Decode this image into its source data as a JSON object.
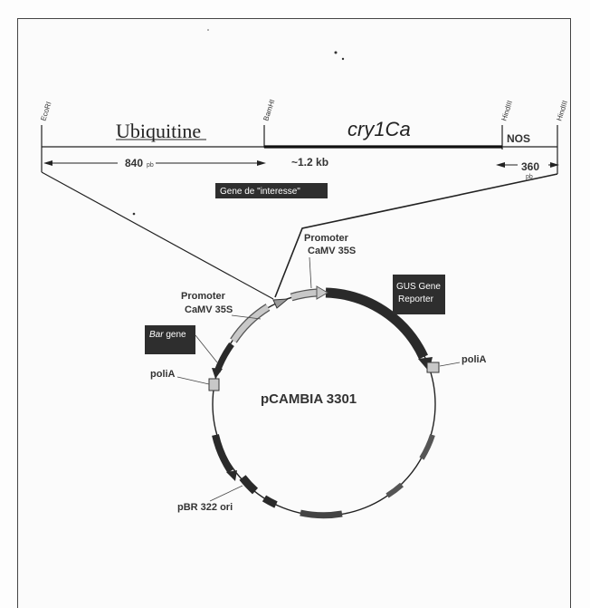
{
  "cassette": {
    "sites": [
      "EcoRI",
      "BamHI",
      "HindIII",
      "HindIII"
    ],
    "segments": {
      "ubiquitine": "Ubiquitine",
      "cry1ca": "cry1Ca",
      "nos": "NOS"
    },
    "sizes": {
      "ubiquitine_size": "840",
      "ubiquitine_unit": "pb",
      "cry1ca_size": "~1.2 kb",
      "nos_size": "360",
      "nos_unit": "pb"
    },
    "gene_box": "Gene de \"interesse\""
  },
  "plasmid": {
    "name": "pCAMBIA 3301",
    "promoter_top_line1": "Promoter",
    "promoter_top_line2": "CaMV 35S",
    "promoter_left_line1": "Promoter",
    "promoter_left_line2": "CaMV 35S",
    "gus_line1": "GUS Gene",
    "gus_line2": "Reporter",
    "bar_gene_italic": "Bar",
    "bar_gene_rest": " gene",
    "polia_right": "poliA",
    "polia_left": "poliA",
    "ori": "pBR 322 ori"
  },
  "colors": {
    "dark_box": "#2e2e2e",
    "feature_dark": "#2a2a2a",
    "feature_light": "#c8c8c8",
    "line": "#222222"
  }
}
